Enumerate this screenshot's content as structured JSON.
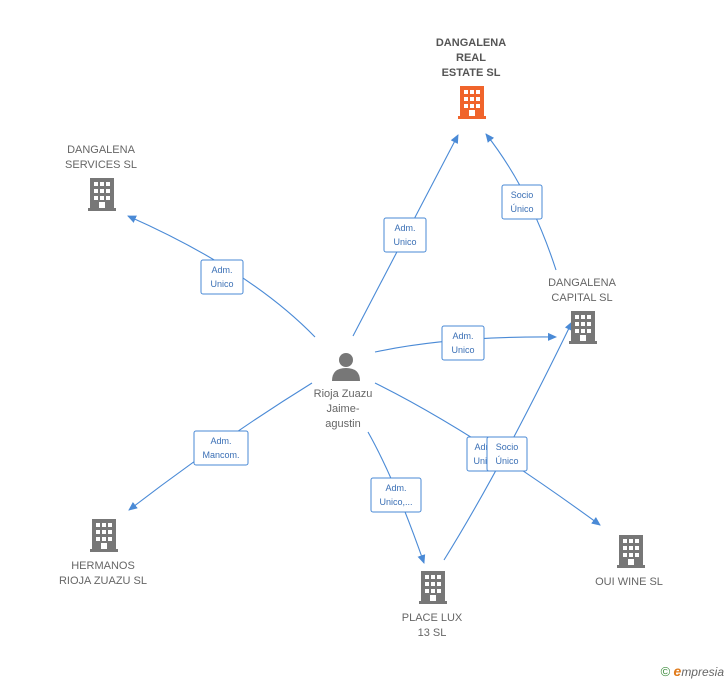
{
  "colors": {
    "edge": "#4a8ad6",
    "building": "#777777",
    "building_highlight": "#f0642b",
    "person": "#777777"
  },
  "nodes": {
    "real_estate": {
      "lines": [
        "DANGALENA",
        "REAL",
        "ESTATE  SL"
      ],
      "icon": "building-icon",
      "highlight": true
    },
    "services": {
      "lines": [
        "DANGALENA",
        "SERVICES  SL"
      ],
      "icon": "building-icon"
    },
    "capital": {
      "lines": [
        "DANGALENA",
        "CAPITAL  SL"
      ],
      "icon": "building-icon"
    },
    "person": {
      "lines": [
        "Rioja Zuazu",
        "Jaime-",
        "agustin"
      ],
      "icon": "person-icon"
    },
    "hermanos": {
      "lines": [
        "HERMANOS",
        "RIOJA ZUAZU SL"
      ],
      "icon": "building-icon"
    },
    "place_lux": {
      "lines": [
        "PLACE LUX",
        "13  SL"
      ],
      "icon": "building-icon"
    },
    "oui_wine": {
      "lines": [
        "OUI WINE  SL"
      ],
      "icon": "building-icon"
    }
  },
  "edges": [
    {
      "from": "person",
      "to": "services",
      "label": [
        "Adm.",
        "Unico"
      ]
    },
    {
      "from": "person",
      "to": "real_estate",
      "label": [
        "Adm.",
        "Unico"
      ]
    },
    {
      "from": "capital",
      "to": "real_estate",
      "label": [
        "Socio",
        "Único"
      ]
    },
    {
      "from": "person",
      "to": "capital",
      "label": [
        "Adm.",
        "Unico"
      ]
    },
    {
      "from": "person",
      "to": "hermanos",
      "label": [
        "Adm.",
        "Mancom."
      ]
    },
    {
      "from": "person",
      "to": "place_lux",
      "label": [
        "Adm.",
        "Unico,..."
      ]
    },
    {
      "from": "person",
      "to": "oui_wine",
      "label": [
        "Adm.",
        "Unico"
      ]
    },
    {
      "from": "place_lux",
      "to": "capital",
      "label": [
        "Socio",
        "Único"
      ]
    }
  ],
  "footer": {
    "copyright": "©",
    "brand_e": "e",
    "brand_rest": "mpresia"
  }
}
